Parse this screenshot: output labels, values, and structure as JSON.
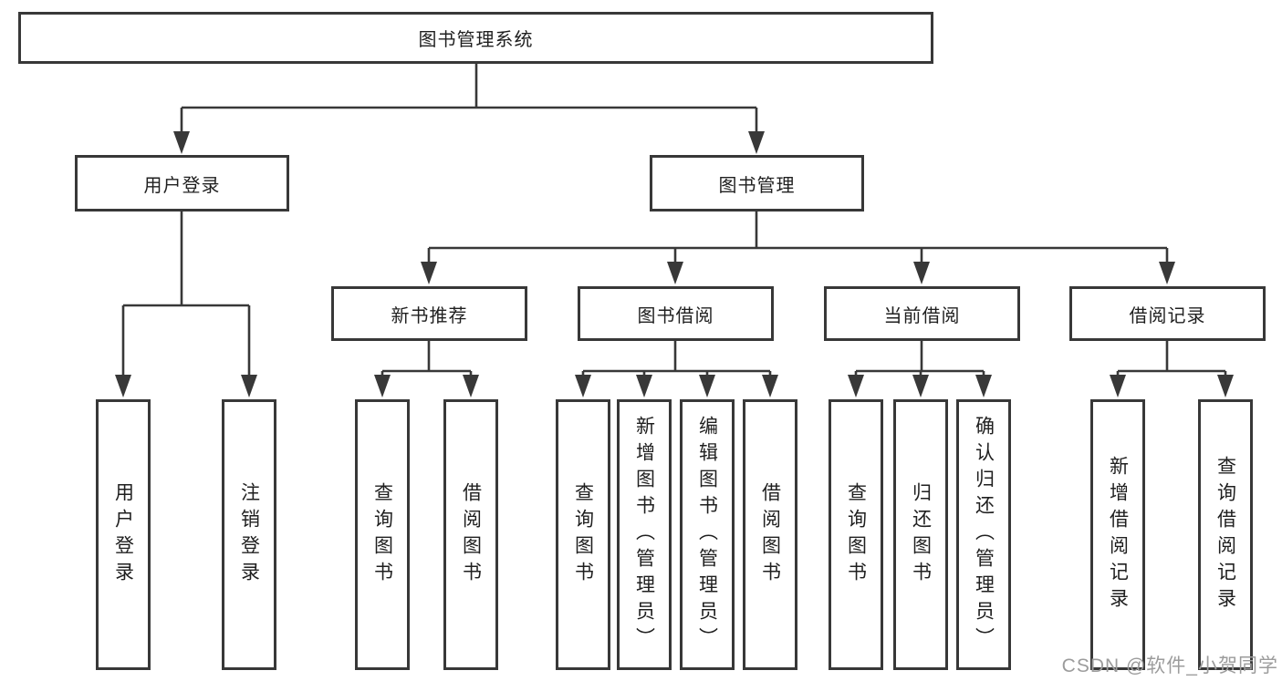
{
  "diagram": {
    "root": {
      "label": "图书管理系统"
    },
    "level2": [
      {
        "label": "用户登录"
      },
      {
        "label": "图书管理"
      }
    ],
    "level3": [
      {
        "label": "新书推荐"
      },
      {
        "label": "图书借阅"
      },
      {
        "label": "当前借阅"
      },
      {
        "label": "借阅记录"
      }
    ],
    "leaves": {
      "user_login": [
        {
          "label": "用户登录"
        },
        {
          "label": "注销登录"
        }
      ],
      "new_book": [
        {
          "label": "查询图书"
        },
        {
          "label": "借阅图书"
        }
      ],
      "book_borrow": [
        {
          "label": "查询图书"
        },
        {
          "label": "新增图书（管理员）"
        },
        {
          "label": "编辑图书（管理员）"
        },
        {
          "label": "借阅图书"
        }
      ],
      "current_borrow": [
        {
          "label": "查询图书"
        },
        {
          "label": "归还图书"
        },
        {
          "label": "确认归还（管理员）"
        }
      ],
      "borrow_record": [
        {
          "label": "新增借阅记录"
        },
        {
          "label": "查询借阅记录"
        }
      ]
    }
  },
  "watermark": {
    "text": "CSDN @软件_小贺同学"
  },
  "colors": {
    "line": "#383838",
    "text": "#1f1f1f",
    "watermark": "#9c9c9c",
    "background": "#ffffff"
  }
}
